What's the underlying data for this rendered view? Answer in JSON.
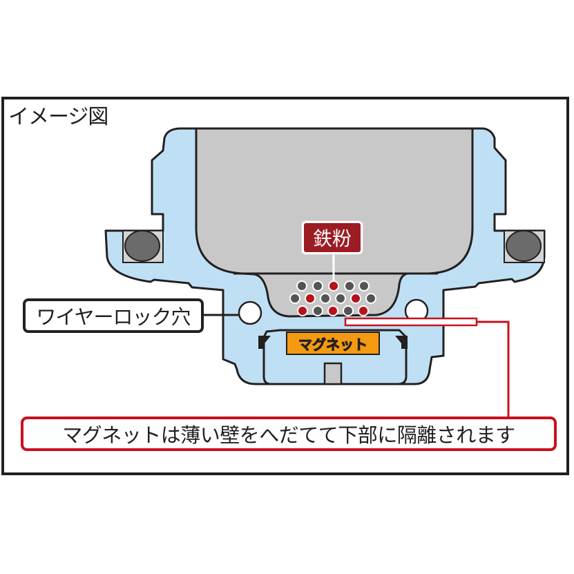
{
  "figure": {
    "title": "イメージ図",
    "labels": {
      "iron_powder": "鉄粉",
      "wire_lock_hole": "ワイヤーロック穴",
      "magnet": "マグネット",
      "caption": "マグネットは薄い壁をへだてて下部に隔離されます"
    },
    "iron_particles": {
      "rows": [
        [
          "gray",
          "gray",
          "red",
          "gray",
          "gray"
        ],
        [
          "gray",
          "red",
          "gray",
          "gray",
          "red",
          "gray"
        ],
        [
          "red",
          "gray",
          "red",
          "gray",
          "red"
        ]
      ]
    },
    "colors": {
      "frame": "#231f20",
      "body_fill": "#bfe0f4",
      "bowl_fill": "#c8c8c8",
      "iron_label_bg": "#9b1c22",
      "particle_red": "#b5121b",
      "particle_gray": "#545454",
      "magnet_bg": "#f39a12",
      "callout_red": "#c8101e",
      "oring_fill": "#6b6b6b"
    }
  }
}
